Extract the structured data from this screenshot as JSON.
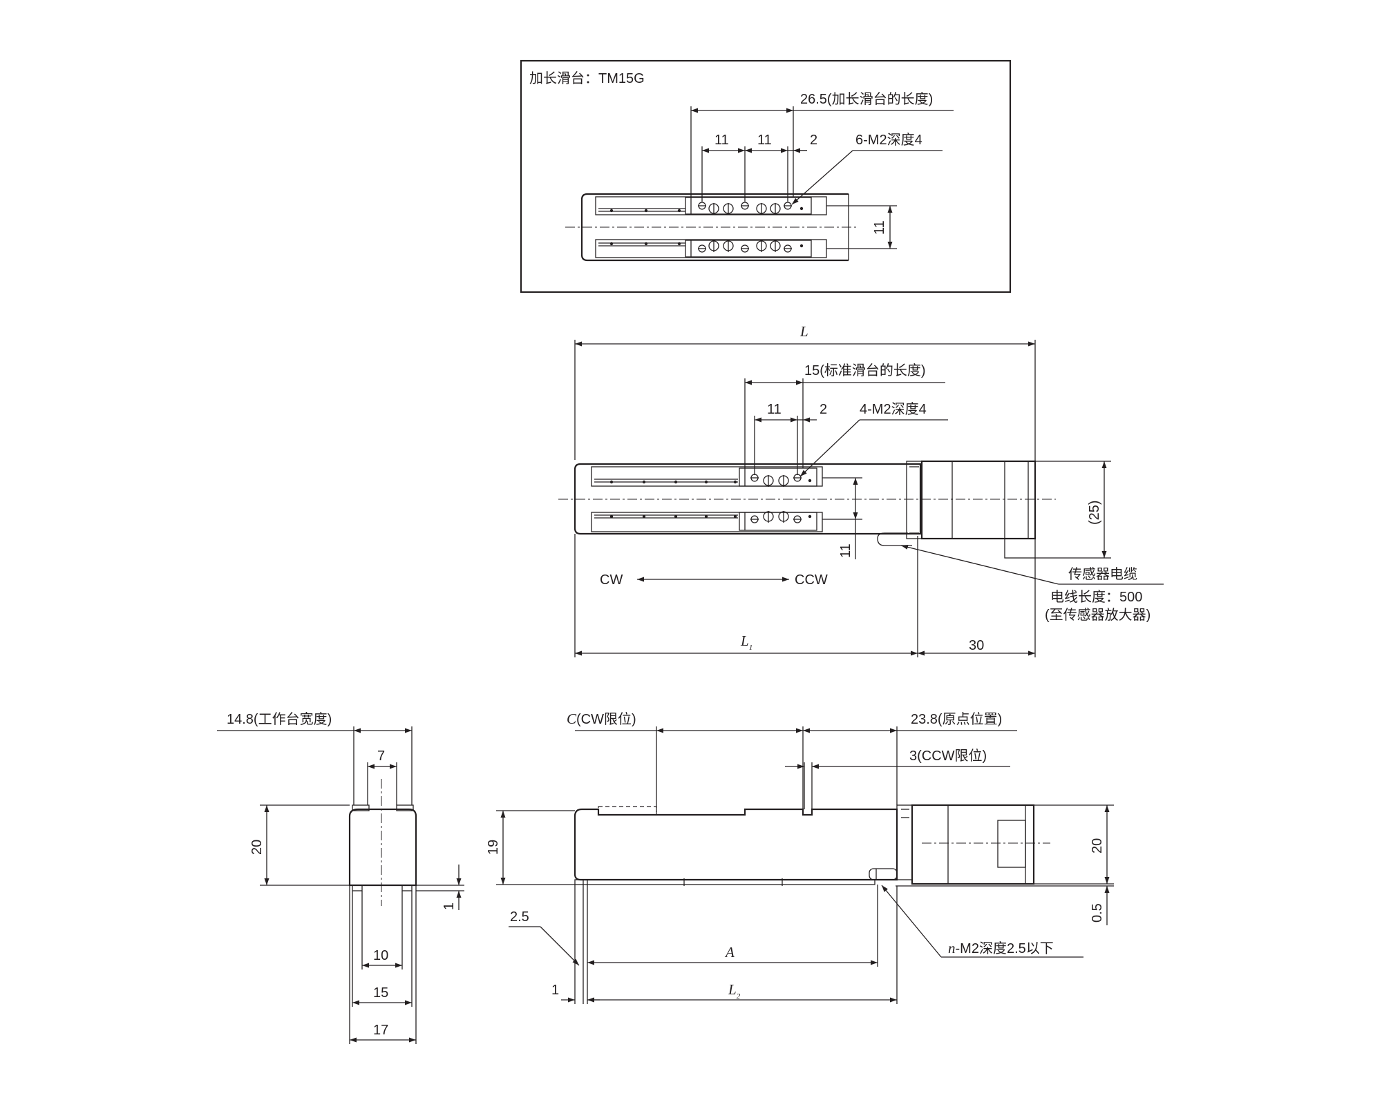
{
  "detail_box": {
    "title": "加长滑台：TM15G",
    "slider_length": "26.5(加长滑台的长度)",
    "pitch_1": "11",
    "pitch_2": "11",
    "offset": "2",
    "holes": "6-M2深度4",
    "width_pitch": "11"
  },
  "top_view": {
    "overall_length": "L",
    "slider_length": "15(标准滑台的长度)",
    "pitch": "11",
    "offset": "2",
    "holes": "4-M2深度4",
    "width_pitch": "11",
    "motor_height": "(25)",
    "cw": "CW",
    "ccw": "CCW",
    "body_length": "L",
    "body_length_sub": "1",
    "motor_length": "30",
    "cable_title": "传感器电缆",
    "cable_length": "电线长度：500",
    "cable_note": "(至传感器放大器)"
  },
  "side_view": {
    "c_italic": "C",
    "c_label": "(CW限位)",
    "origin": "23.8(原点位置)",
    "ccw_limit": "3(CCW限位)",
    "height": "19",
    "motor_height": "20",
    "base_offset": "0.5",
    "end_offset": "2.5",
    "a_dim": "A",
    "l2": "L",
    "l2_sub": "2",
    "start_offset": "1",
    "mount_n": "n",
    "mount_holes": "-M2深度2.5以下"
  },
  "end_view": {
    "table_width": "14.8(工作台宽度)",
    "top_width": "7",
    "height": "20",
    "base_offset": "1",
    "inner_width": "10",
    "base_width": "15",
    "overall_width": "17"
  }
}
